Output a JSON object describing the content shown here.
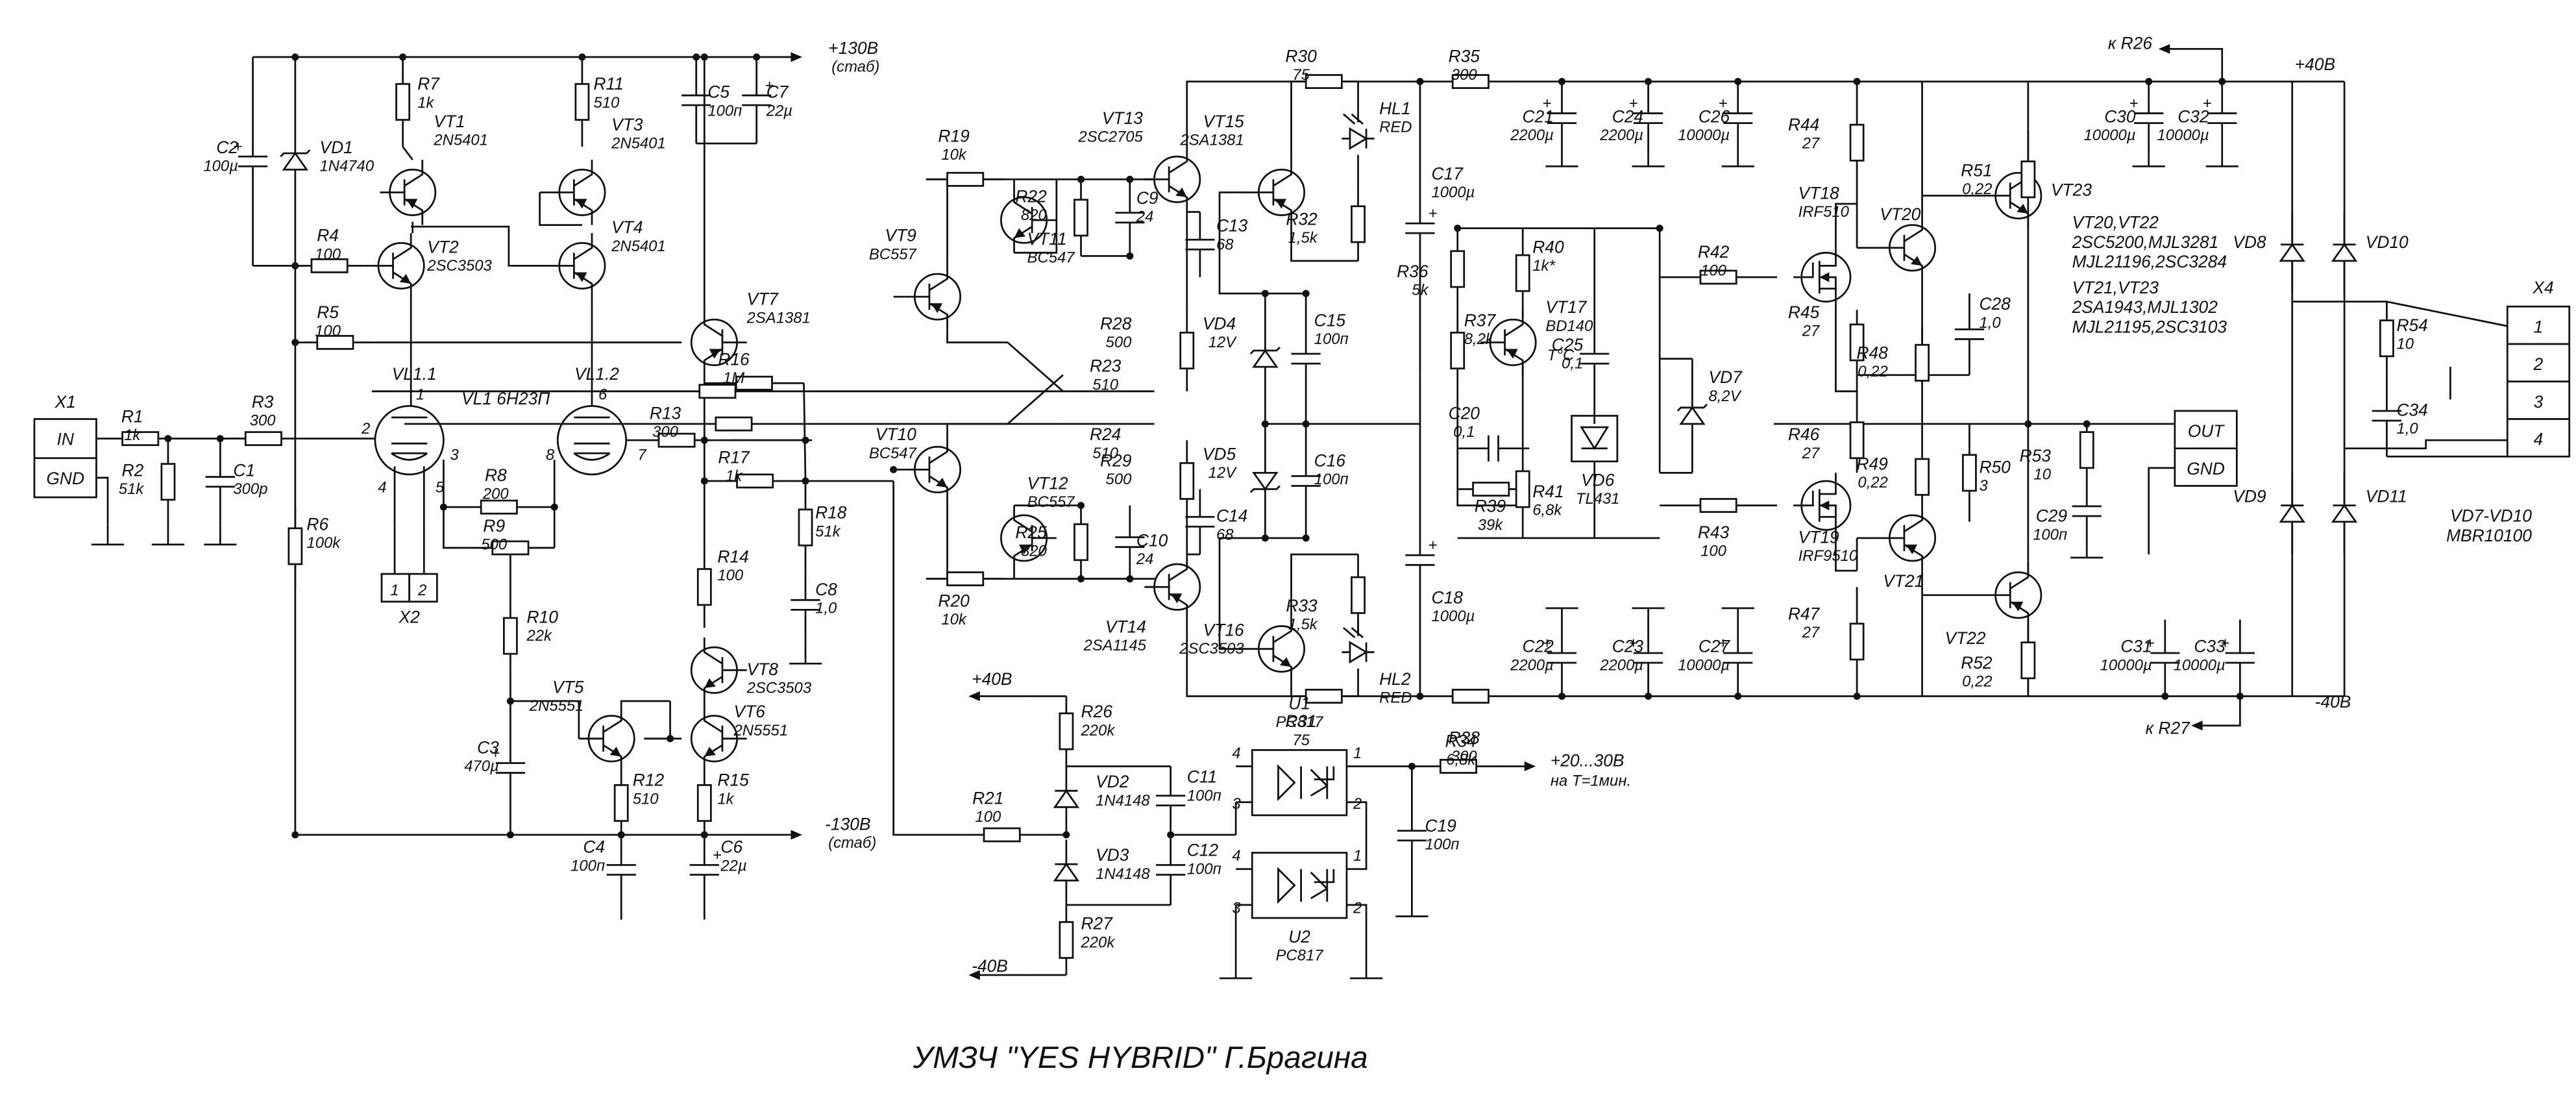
{
  "title": "УМЗЧ \"YES HYBRID\" Г.Брагина",
  "rails": {
    "pos130": "+130В",
    "pos130_note": "(стаб)",
    "neg130": "-130В",
    "neg130_note": "(стаб)",
    "pos40": "+40В",
    "neg40": "-40В",
    "to_r26": "к R26",
    "to_r27": "к R27",
    "fan_out": "+20...30В",
    "fan_note": "на T=1мин."
  },
  "connectors": {
    "x1": {
      "ref": "X1",
      "pins": [
        "IN",
        "GND"
      ]
    },
    "x2": {
      "ref": "X2",
      "pins": [
        "1",
        "2"
      ]
    },
    "x4": {
      "ref": "X4",
      "pins": [
        "1",
        "2",
        "3",
        "4"
      ]
    },
    "out": {
      "pins": [
        "OUT",
        "GND"
      ]
    }
  },
  "tube": {
    "vl11": "VL1.1",
    "vl12": "VL1.2",
    "type": "VL1 6Н23П",
    "pins": [
      "1",
      "2",
      "3",
      "4",
      "5",
      "6",
      "7",
      "8"
    ]
  },
  "notes": {
    "vt20_22": "VT20,VT22",
    "vt20_22_a": "2SC5200,MJL3281",
    "vt20_22_b": "MJL21196,2SC3284",
    "vt21_23": "VT21,VT23",
    "vt21_23_a": "2SA1943,MJL1302",
    "vt21_23_b": "MJL21195,2SC3103",
    "diodes": "VD7-VD10",
    "diodes_type": "MBR10100",
    "tc": "T°C"
  },
  "components": [
    {
      "ref": "R1",
      "value": "1k"
    },
    {
      "ref": "R2",
      "value": "51k"
    },
    {
      "ref": "C1",
      "value": "300p"
    },
    {
      "ref": "R3",
      "value": "300"
    },
    {
      "ref": "C2",
      "value": "100µ"
    },
    {
      "ref": "VD1",
      "value": "1N4740"
    },
    {
      "ref": "R4",
      "value": "100"
    },
    {
      "ref": "R5",
      "value": "100"
    },
    {
      "ref": "R6",
      "value": "100k"
    },
    {
      "ref": "R7",
      "value": "1k"
    },
    {
      "ref": "VT1",
      "value": "2N5401"
    },
    {
      "ref": "VT2",
      "value": "2SC3503"
    },
    {
      "ref": "R11",
      "value": "510"
    },
    {
      "ref": "VT3",
      "value": "2N5401"
    },
    {
      "ref": "VT4",
      "value": "2N5401"
    },
    {
      "ref": "C5",
      "value": "100п"
    },
    {
      "ref": "C7",
      "value": "22µ"
    },
    {
      "ref": "R8",
      "value": "200"
    },
    {
      "ref": "R9",
      "value": "500"
    },
    {
      "ref": "R10",
      "value": "22k"
    },
    {
      "ref": "C3",
      "value": "470µ"
    },
    {
      "ref": "VT5",
      "value": "2N5551"
    },
    {
      "ref": "VT6",
      "value": "2N5551"
    },
    {
      "ref": "R12",
      "value": "510"
    },
    {
      "ref": "R15",
      "value": "1k"
    },
    {
      "ref": "C4",
      "value": "100п"
    },
    {
      "ref": "C6",
      "value": "22µ"
    },
    {
      "ref": "VT7",
      "value": "2SA1381"
    },
    {
      "ref": "R16",
      "value": "1M"
    },
    {
      "ref": "R13",
      "value": "300"
    },
    {
      "ref": "R17",
      "value": "1k"
    },
    {
      "ref": "R18",
      "value": "51k"
    },
    {
      "ref": "C8",
      "value": "1,0"
    },
    {
      "ref": "R14",
      "value": "100"
    },
    {
      "ref": "VT8",
      "value": "2SC3503"
    },
    {
      "ref": "R19",
      "value": "10k"
    },
    {
      "ref": "R20",
      "value": "10k"
    },
    {
      "ref": "VT9",
      "value": "BC557"
    },
    {
      "ref": "VT10",
      "value": "BC547"
    },
    {
      "ref": "VT11",
      "value": "BC547"
    },
    {
      "ref": "VT12",
      "value": "BC557"
    },
    {
      "ref": "R22",
      "value": "820"
    },
    {
      "ref": "C9",
      "value": "24"
    },
    {
      "ref": "R25",
      "value": "820"
    },
    {
      "ref": "C10",
      "value": "24"
    },
    {
      "ref": "VT13",
      "value": "2SC2705"
    },
    {
      "ref": "VT14",
      "value": "2SA1145"
    },
    {
      "ref": "C13",
      "value": "68"
    },
    {
      "ref": "C14",
      "value": "68"
    },
    {
      "ref": "R23",
      "value": "510"
    },
    {
      "ref": "R24",
      "value": "510"
    },
    {
      "ref": "R28",
      "value": "500"
    },
    {
      "ref": "R29",
      "value": "500"
    },
    {
      "ref": "VD4",
      "value": "12V"
    },
    {
      "ref": "VD5",
      "value": "12V"
    },
    {
      "ref": "C15",
      "value": "100п"
    },
    {
      "ref": "C16",
      "value": "100п"
    },
    {
      "ref": "VT15",
      "value": "2SA1381"
    },
    {
      "ref": "VT16",
      "value": "2SC3503"
    },
    {
      "ref": "R30",
      "value": "75"
    },
    {
      "ref": "R31",
      "value": "75"
    },
    {
      "ref": "HL1",
      "value": "RED"
    },
    {
      "ref": "HL2",
      "value": "RED"
    },
    {
      "ref": "R32",
      "value": "1,5k"
    },
    {
      "ref": "R33",
      "value": "1,5k"
    },
    {
      "ref": "R35",
      "value": "300"
    },
    {
      "ref": "R38",
      "value": "300"
    },
    {
      "ref": "C17",
      "value": "1000µ"
    },
    {
      "ref": "C18",
      "value": "1000µ"
    },
    {
      "ref": "R36",
      "value": "5k"
    },
    {
      "ref": "R37",
      "value": "8,2k"
    },
    {
      "ref": "R39",
      "value": "39k"
    },
    {
      "ref": "C20",
      "value": "0,1"
    },
    {
      "ref": "R40",
      "value": "1k*"
    },
    {
      "ref": "VT17",
      "value": "BD140"
    },
    {
      "ref": "R41",
      "value": "6,8k"
    },
    {
      "ref": "VD6",
      "value": "TL431"
    },
    {
      "ref": "C25",
      "value": "0,1"
    },
    {
      "ref": "VD7",
      "value": "8,2V"
    },
    {
      "ref": "C21",
      "value": "2200µ"
    },
    {
      "ref": "C24",
      "value": "2200µ"
    },
    {
      "ref": "C26",
      "value": "10000µ"
    },
    {
      "ref": "C22",
      "value": "2200µ"
    },
    {
      "ref": "C23",
      "value": "2200µ"
    },
    {
      "ref": "C27",
      "value": "10000µ"
    },
    {
      "ref": "R42",
      "value": "100"
    },
    {
      "ref": "R43",
      "value": "100"
    },
    {
      "ref": "VT18",
      "value": "IRF510"
    },
    {
      "ref": "VT19",
      "value": "IRF9510"
    },
    {
      "ref": "R44",
      "value": "27"
    },
    {
      "ref": "R45",
      "value": "27"
    },
    {
      "ref": "R46",
      "value": "27"
    },
    {
      "ref": "R47",
      "value": "27"
    },
    {
      "ref": "VT20",
      "value": ""
    },
    {
      "ref": "VT21",
      "value": ""
    },
    {
      "ref": "VT22",
      "value": ""
    },
    {
      "ref": "VT23",
      "value": ""
    },
    {
      "ref": "R48",
      "value": "0,22"
    },
    {
      "ref": "R49",
      "value": "0,22"
    },
    {
      "ref": "R50",
      "value": "3"
    },
    {
      "ref": "C28",
      "value": "1,0"
    },
    {
      "ref": "R51",
      "value": "0,22"
    },
    {
      "ref": "R52",
      "value": "0,22"
    },
    {
      "ref": "C30",
      "value": "10000µ"
    },
    {
      "ref": "C32",
      "value": "10000µ"
    },
    {
      "ref": "C31",
      "value": "10000µ"
    },
    {
      "ref": "C33",
      "value": "10000µ"
    },
    {
      "ref": "R53",
      "value": "10"
    },
    {
      "ref": "C29",
      "value": "100п"
    },
    {
      "ref": "R54",
      "value": "10"
    },
    {
      "ref": "C34",
      "value": "1,0"
    },
    {
      "ref": "VD8",
      "value": ""
    },
    {
      "ref": "VD9",
      "value": ""
    },
    {
      "ref": "VD10",
      "value": ""
    },
    {
      "ref": "VD11",
      "value": ""
    },
    {
      "ref": "R26",
      "value": "220k"
    },
    {
      "ref": "R27",
      "value": "220k"
    },
    {
      "ref": "R21",
      "value": "100"
    },
    {
      "ref": "VD2",
      "value": "1N4148"
    },
    {
      "ref": "VD3",
      "value": "1N4148"
    },
    {
      "ref": "C11",
      "value": "100п"
    },
    {
      "ref": "C12",
      "value": "100п"
    },
    {
      "ref": "U1",
      "value": "PC817"
    },
    {
      "ref": "U2",
      "value": "PC817"
    },
    {
      "ref": "R34",
      "value": "6,8k"
    },
    {
      "ref": "C19",
      "value": "100п"
    }
  ]
}
